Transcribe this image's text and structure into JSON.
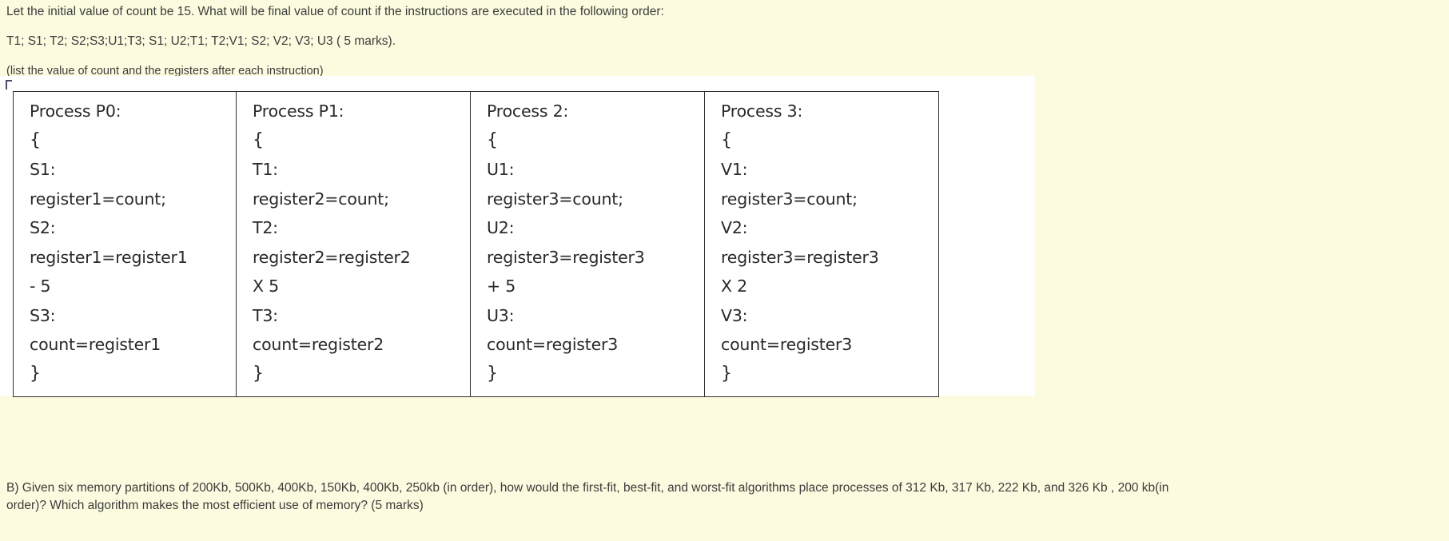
{
  "theme": {
    "page_background": "#fcfbdf",
    "content_background": "#ffffff",
    "text_color": "#3c3c3c",
    "table_border": "#2f2f2f"
  },
  "intro": {
    "line1": "Let the initial value of count be 15. What will be final value of count if the instructions are executed in the following order:",
    "line2": "T1; S1; T2; S2;S3;U1;T3; S1; U2;T1; T2;V1; S2; V2; V3; U3 ( 5 marks).",
    "line3": "(list the value of count and the registers after each instruction)"
  },
  "table": {
    "columns": [
      {
        "header": "Process P0:",
        "lines": [
          "Process P0:",
          "{",
          "S1:",
          "register1=count;",
          "S2:",
          "register1=register1",
          "- 5",
          "S3:",
          "count=register1",
          "}"
        ]
      },
      {
        "header": "Process P1:",
        "lines": [
          "Process P1:",
          "{",
          "T1:",
          "register2=count;",
          "T2:",
          "register2=register2",
          "X 5",
          "T3:",
          "count=register2",
          "}"
        ]
      },
      {
        "header": "Process 2:",
        "lines": [
          "Process 2:",
          "{",
          "U1:",
          "register3=count;",
          "U2:",
          "register3=register3",
          "+ 5",
          "U3:",
          "count=register3",
          "}"
        ]
      },
      {
        "header": "Process 3:",
        "lines": [
          "Process 3:",
          "{",
          "V1:",
          "register3=count;",
          "V2:",
          "register3=register3",
          "X 2",
          "V3:",
          "count=register3",
          "}"
        ]
      }
    ]
  },
  "bottom": {
    "line1": "B) Given six memory partitions of 200Kb, 500Kb, 400Kb, 150Kb, 400Kb, 250kb (in order), how would the first-fit, best-fit, and worst-fit algorithms place processes of 312  Kb, 317 Kb, 222 Kb, and 326 Kb , 200 kb(in",
    "line2": "order)? Which algorithm makes the most efficient use of memory? (5 marks)"
  }
}
